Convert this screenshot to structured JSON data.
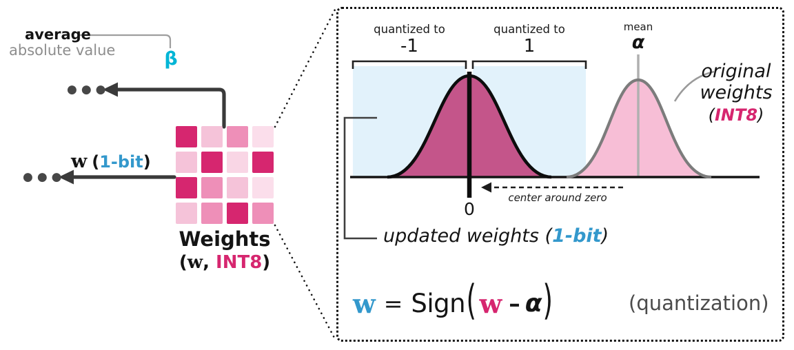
{
  "colors": {
    "accent_blue": "#3398cc",
    "accent_cyan": "#00b5d6",
    "magenta": "#d6266f",
    "quantized_curve_fill": "#c4558a",
    "original_curve_fill": "#f7bed6",
    "quantize_region_blue": "#e2f2fb"
  },
  "left_panel": {
    "average_label": "average",
    "absolute_value_label": "absolute value",
    "beta_symbol": "β",
    "ellipsis_top": "●●●",
    "ellipsis_mid": "●●●",
    "w_symbol": "w",
    "bit_open": "(",
    "bit_label": "1-bit",
    "bit_close": ")",
    "weights_title": "Weights",
    "sub_open": "(",
    "sub_w": "w",
    "sub_comma": ", ",
    "sub_int8": "INT8",
    "sub_close": ")"
  },
  "zoom_view": {
    "left_region": {
      "caption": "quantized to",
      "value": "-1"
    },
    "right_region": {
      "caption": "quantized to",
      "value": "1"
    },
    "mean_label": "mean",
    "alpha_symbol": "α",
    "original_weights": {
      "line1": "original",
      "line2": "weights",
      "open": "(",
      "tag": "INT8",
      "close": ")"
    },
    "zero_label": "0",
    "center_note": "center around zero",
    "updated_weights": {
      "prefix": "updated weights (",
      "bit": "1-bit",
      "suffix": ")"
    }
  },
  "formula": {
    "lhs": "w",
    "equals": "=",
    "fn": "Sign",
    "open": "(",
    "rhs_w": "w",
    "minus": "–",
    "alpha": "α",
    "close": ")",
    "annotation": "(quantization)"
  },
  "matrix": {
    "rows": 4,
    "cols": 4,
    "cells": [
      "#d6266f",
      "#f5c3d9",
      "#ee8fb8",
      "#fbdeeb",
      "#f5c3d9",
      "#d6266f",
      "#f9d6e5",
      "#d6266f",
      "#d6266f",
      "#ee8fb8",
      "#f5c3d9",
      "#fbdeeb",
      "#f5c3d9",
      "#ee8fb8",
      "#d6266f",
      "#ee8fb8"
    ]
  }
}
